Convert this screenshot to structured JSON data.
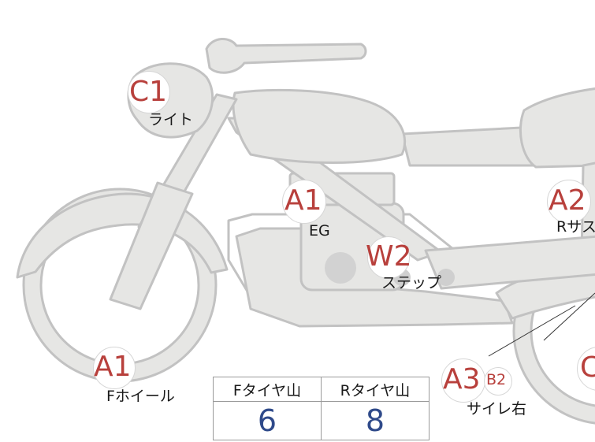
{
  "markers": {
    "light": {
      "code": "C1",
      "label": "ライト"
    },
    "engine": {
      "code": "A1",
      "label": "EG"
    },
    "step": {
      "code": "W2",
      "label": "ステップ"
    },
    "rear_susp": {
      "code": "A2",
      "label": "Rサス"
    },
    "front_wheel": {
      "code": "A1",
      "label": "Fホイール"
    },
    "silencer_right": {
      "code": "A3",
      "sub_code": "B2",
      "label": "サイレ右"
    },
    "rear_wheel": {
      "code": "C"
    }
  },
  "tread_table": {
    "headers": [
      "Fタイヤ山",
      "Rタイヤ山"
    ],
    "values": [
      "6",
      "8"
    ]
  },
  "colors": {
    "body_fill": "#e6e6e4",
    "body_stroke": "#c2c2c2",
    "code_red": "#b8403c",
    "value_blue": "#2f4a8a"
  }
}
